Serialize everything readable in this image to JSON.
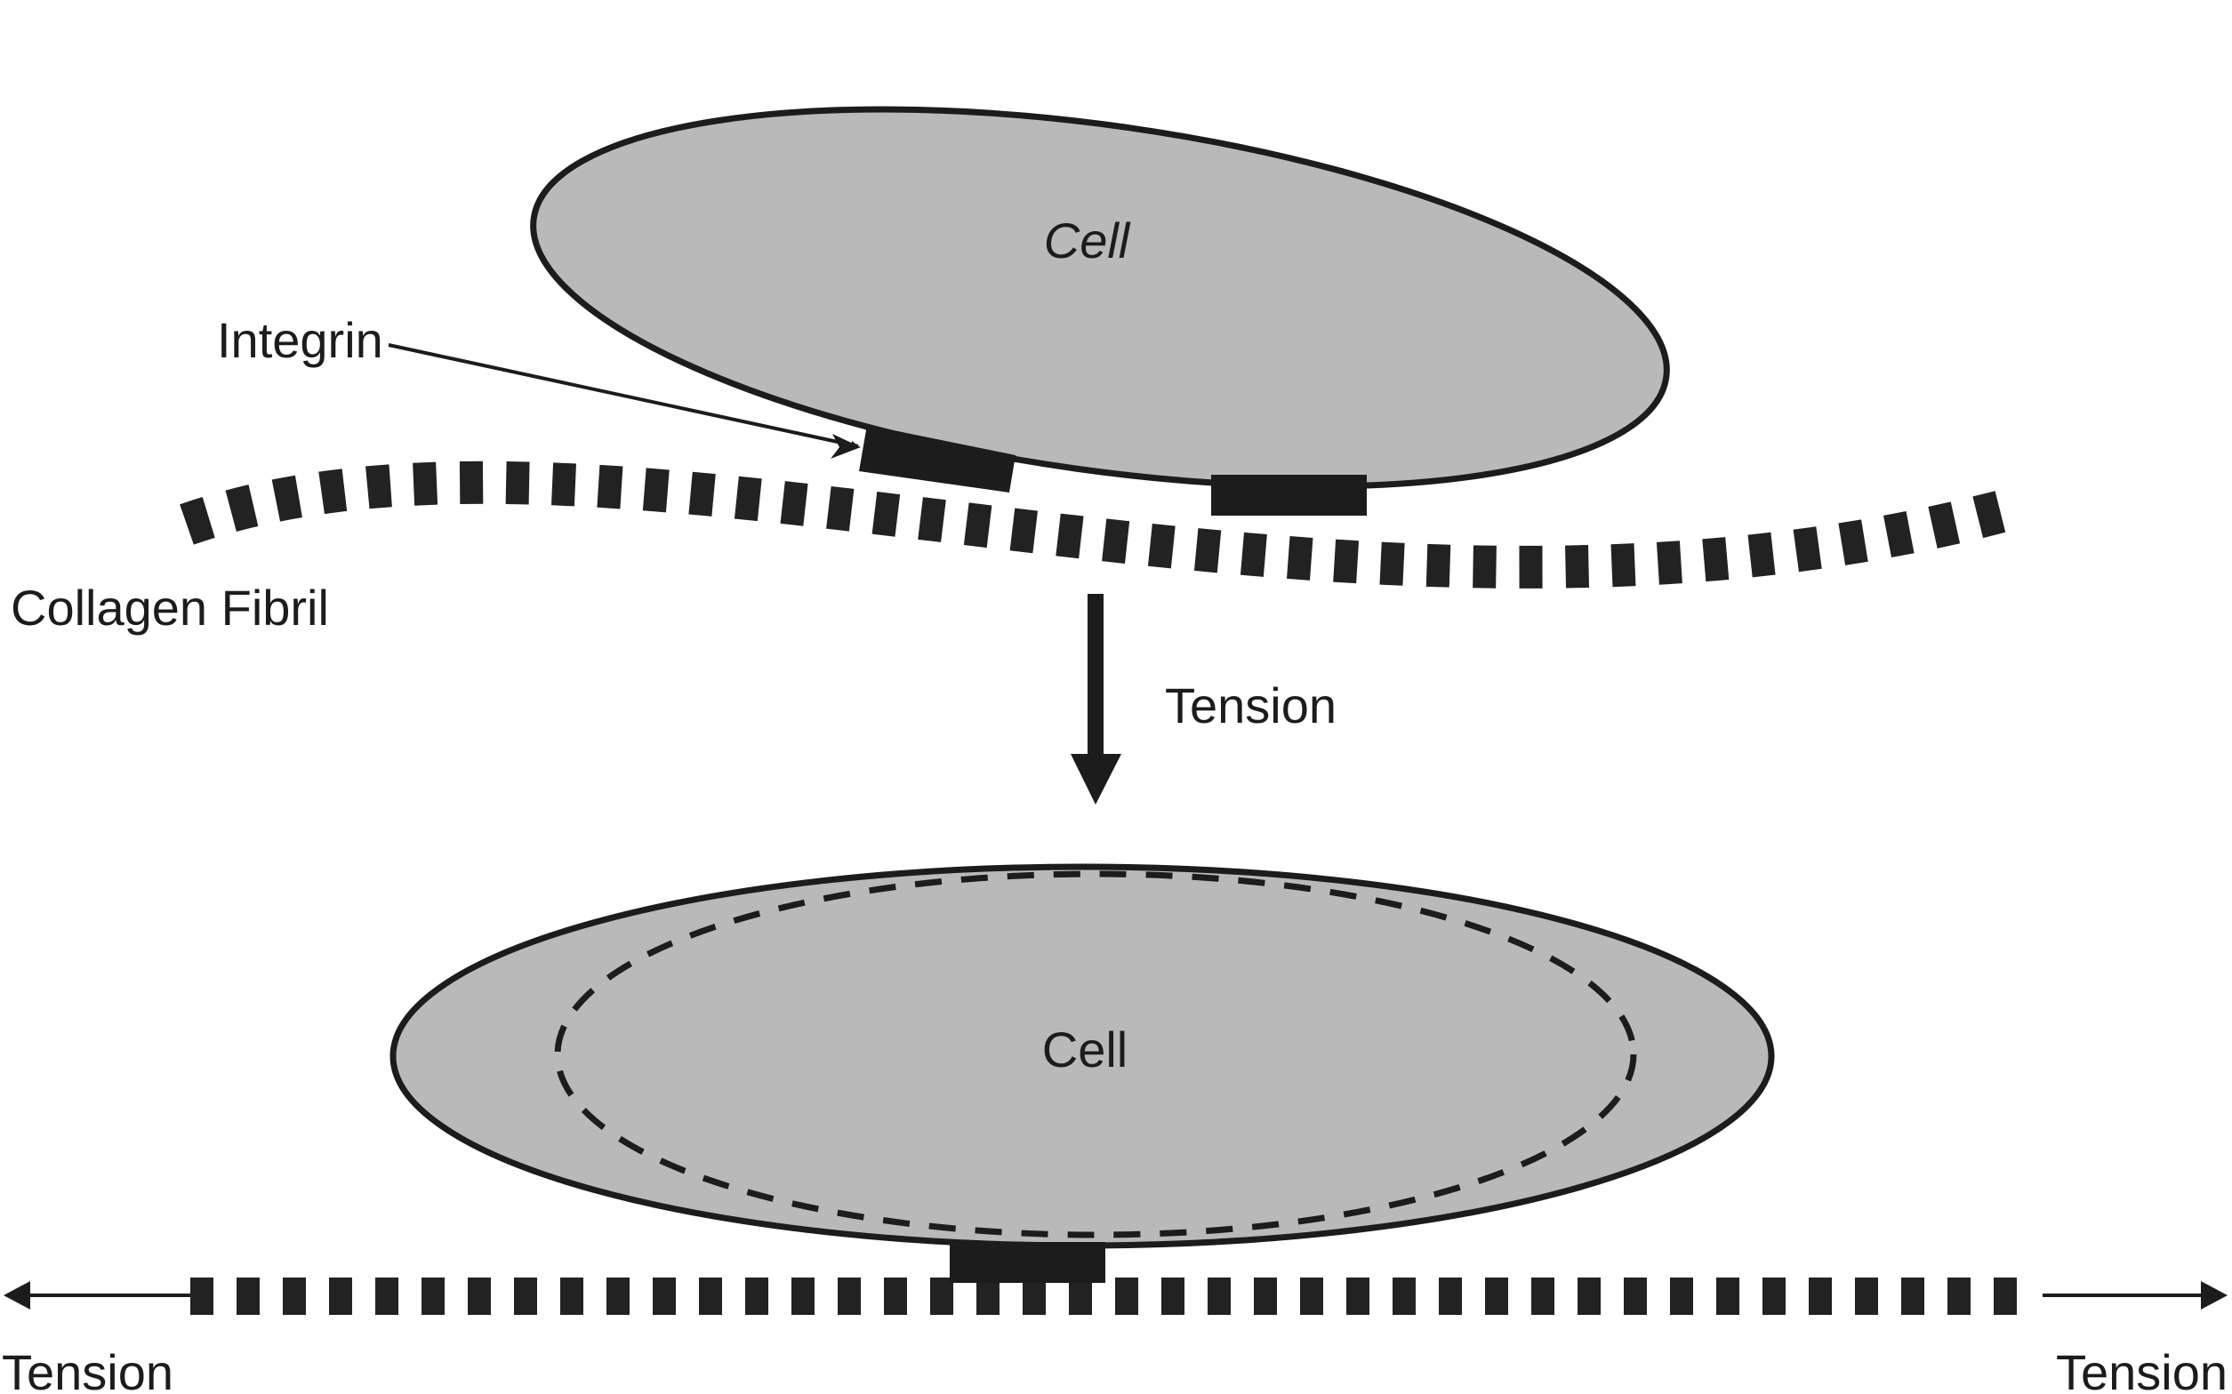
{
  "labels": {
    "cell_top": "Cell",
    "cell_bottom": "Cell",
    "integrin": "Integrin",
    "collagen_fibril": "Collagen Fibril",
    "tension_center": "Tension",
    "tension_left": "Tension",
    "tension_right": "Tension"
  },
  "colors": {
    "cell_fill": "#b9b9b9",
    "stroke": "#1c1c1c",
    "fibril": "#222222",
    "background": "#ffffff"
  }
}
